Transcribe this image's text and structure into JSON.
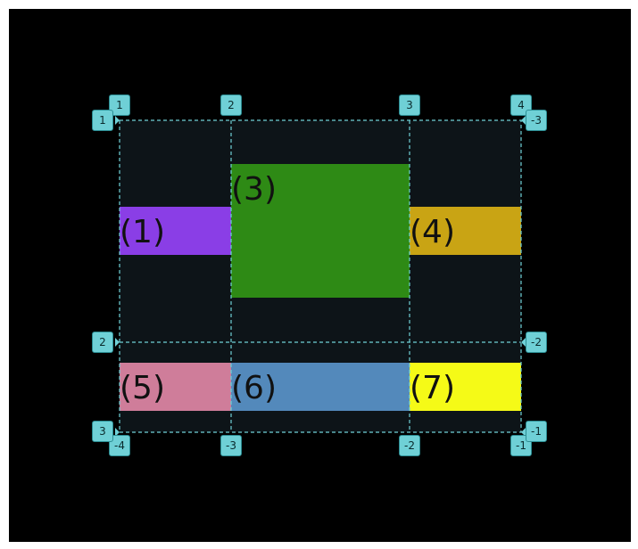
{
  "items": [
    {
      "id": "1",
      "label": "(1)",
      "color": "#8a3ee6"
    },
    {
      "id": "3",
      "label": "(3)",
      "color": "#2e8a15"
    },
    {
      "id": "4",
      "label": "(4)",
      "color": "#c9a414"
    },
    {
      "id": "5",
      "label": "(5)",
      "color": "#cf7d9a"
    },
    {
      "id": "6",
      "label": "(6)",
      "color": "#5389bb"
    },
    {
      "id": "7",
      "label": "(7)",
      "color": "#f5fa17"
    }
  ],
  "column_lines": {
    "top_labels": [
      "1",
      "2",
      "3",
      "4"
    ],
    "bottom_labels": [
      "-4",
      "-3",
      "-2",
      "-1"
    ]
  },
  "row_lines": {
    "left_labels": [
      "1",
      "2",
      "3"
    ],
    "right_labels": [
      "-3",
      "-2",
      "-1"
    ]
  },
  "colors": {
    "background": "#000000",
    "grid_background": "#0d1418",
    "overlay_line": "#6fd0d6",
    "badge_fill": "#6fd0d6"
  }
}
